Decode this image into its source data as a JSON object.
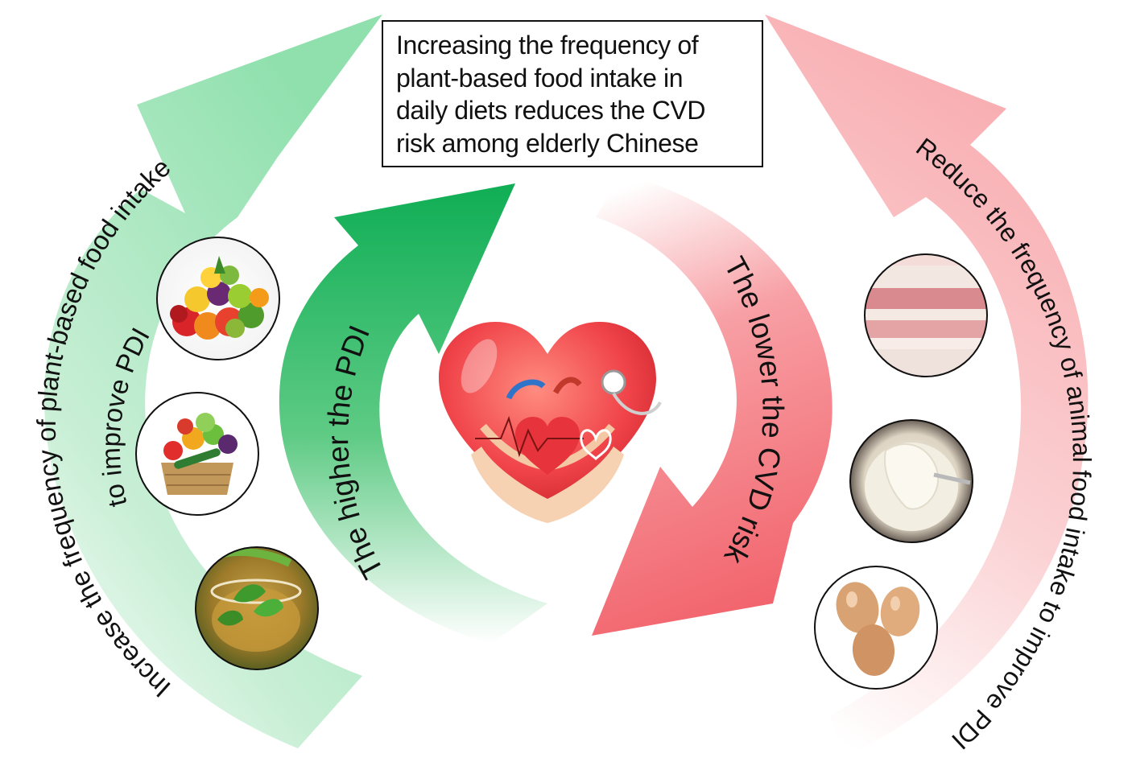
{
  "conclusion": {
    "lines": [
      "Increasing the frequency of",
      "plant-based food intake in",
      "daily diets reduces the CVD",
      "risk among elderly Chinese"
    ]
  },
  "left_arrow": {
    "line1": "Increase the frequency of plant-based food intake",
    "line2": "to improve PDI",
    "color": "#8fe0ad"
  },
  "inner_green_arrow": {
    "label": "The higher the PDI",
    "color": "#17b35a"
  },
  "inner_red_arrow": {
    "label": "The lower the CVD risk",
    "color": "#f26b72"
  },
  "right_arrow": {
    "label": "Reduce the frequency of animal food intake to improve PDI",
    "color": "#f7b5b8"
  },
  "food_images": {
    "plant": [
      "fruits-image",
      "vegetables-basket-image",
      "herbal-tea-image"
    ],
    "animal": [
      "pork-belly-image",
      "yogurt-image",
      "eggs-image"
    ]
  },
  "center_image": "heart-in-hands-icon"
}
